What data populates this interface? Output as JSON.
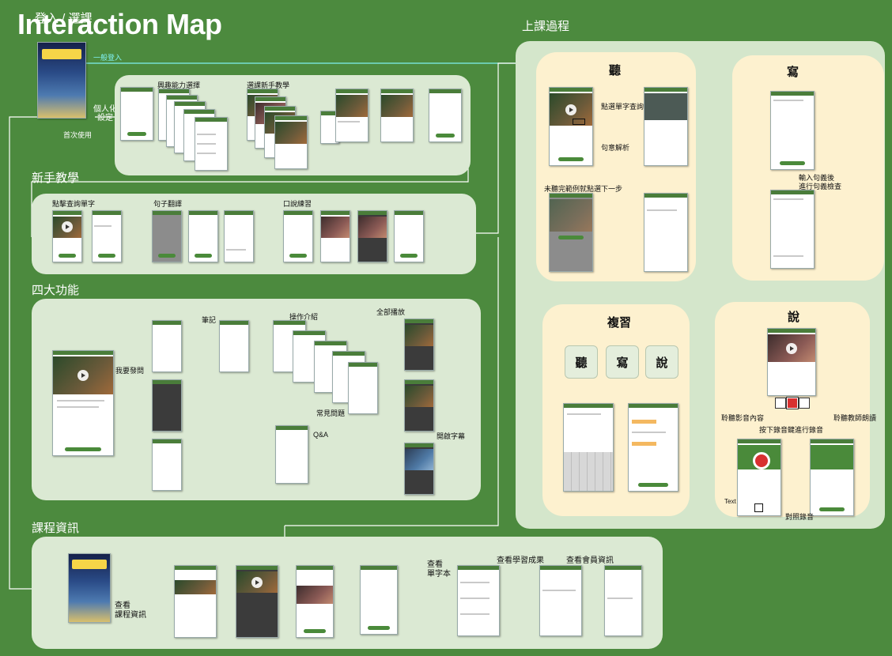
{
  "title": "Interaction Map",
  "sections": {
    "login": "登入 / 選課",
    "tutorial": "新手教學",
    "features": "四大功能",
    "course_info": "課程資訊",
    "lesson": "上課過程"
  },
  "login": {
    "general_login": "一般登入",
    "personalize": "個人化\n設定",
    "first_use": "首次使用",
    "interest_select": "興趣能力選擇",
    "tutorial_select": "選課新手教學"
  },
  "tutorial": {
    "word_lookup": "點擊查詢單字",
    "sentence_translate": "句子翻譯",
    "speaking_practice": "口說練習"
  },
  "features": {
    "ask_question": "我要發問",
    "notes": "筆記",
    "operation_intro": "操作介紹",
    "play_all": "全部播放",
    "faq": "常見問題",
    "qa": "Q&A",
    "enable_subtitle": "開啟字幕"
  },
  "course_info": {
    "view_course_info": "查看\n課程資訊",
    "view_wordbook": "查看\n單字本",
    "view_results": "查看學習成果",
    "view_member": "查看會員資訊"
  },
  "lesson": {
    "listen": "聽",
    "write": "寫",
    "speak": "說",
    "review": "複習",
    "word_lookup": "點選單字查詢",
    "sentence_analysis": "句意解析",
    "next_step": "未聽完範例就點選下一步",
    "check_sentence": "輸入句義後\n進行句義檢查",
    "listen_video": "聆聽影音內容",
    "listen_teacher": "聆聽教師朗讀",
    "press_record": "按下錄音鍵進行錄音",
    "compare_record": "對照錄音",
    "text_label": "Text",
    "review_tiles": [
      "聽",
      "寫",
      "說"
    ]
  },
  "colors": {
    "background": "#4c8a3e",
    "panel": "#dbe9d3",
    "lesson_card": "#fdf1cf",
    "connector_cyan": "#7ff0f0",
    "accent_green": "#4a7d3a"
  }
}
